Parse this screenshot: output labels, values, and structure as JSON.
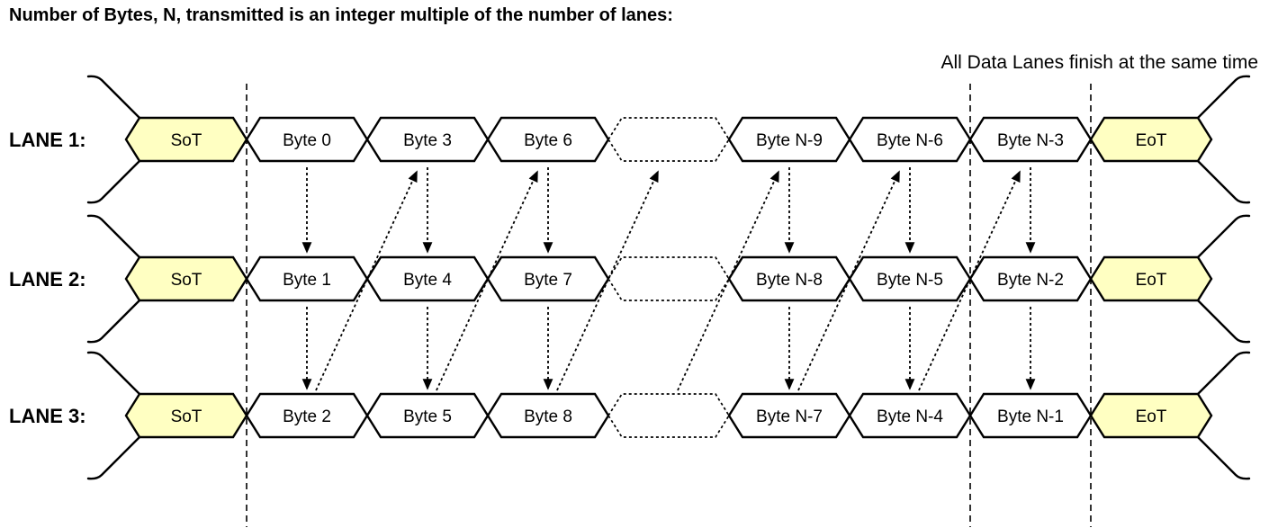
{
  "title": "Number of Bytes, N, transmitted is an integer multiple of the number of lanes:",
  "annotation": "All Data Lanes finish at the same time",
  "colors": {
    "control_fill": "#FFFFC2",
    "byte_fill": "#FFFFFF",
    "line": "#000000"
  },
  "lanes": [
    {
      "label": "LANE 1:",
      "blocks": [
        {
          "text": "SoT",
          "type": "control"
        },
        {
          "text": "Byte 0",
          "type": "byte"
        },
        {
          "text": "Byte 3",
          "type": "byte"
        },
        {
          "text": "Byte 6",
          "type": "byte"
        },
        {
          "text": "",
          "type": "ellipsis"
        },
        {
          "text": "Byte N-9",
          "type": "byte"
        },
        {
          "text": "Byte N-6",
          "type": "byte"
        },
        {
          "text": "Byte N-3",
          "type": "byte"
        },
        {
          "text": "EoT",
          "type": "control"
        }
      ]
    },
    {
      "label": "LANE 2:",
      "blocks": [
        {
          "text": "SoT",
          "type": "control"
        },
        {
          "text": "Byte 1",
          "type": "byte"
        },
        {
          "text": "Byte 4",
          "type": "byte"
        },
        {
          "text": "Byte 7",
          "type": "byte"
        },
        {
          "text": "",
          "type": "ellipsis"
        },
        {
          "text": "Byte N-8",
          "type": "byte"
        },
        {
          "text": "Byte N-5",
          "type": "byte"
        },
        {
          "text": "Byte N-2",
          "type": "byte"
        },
        {
          "text": "EoT",
          "type": "control"
        }
      ]
    },
    {
      "label": "LANE 3:",
      "blocks": [
        {
          "text": "SoT",
          "type": "control"
        },
        {
          "text": "Byte 2",
          "type": "byte"
        },
        {
          "text": "Byte 5",
          "type": "byte"
        },
        {
          "text": "Byte 8",
          "type": "byte"
        },
        {
          "text": "",
          "type": "ellipsis"
        },
        {
          "text": "Byte N-7",
          "type": "byte"
        },
        {
          "text": "Byte N-4",
          "type": "byte"
        },
        {
          "text": "Byte N-1",
          "type": "byte"
        },
        {
          "text": "EoT",
          "type": "control"
        }
      ]
    }
  ],
  "arrows": [
    {
      "from": [
        0,
        1
      ],
      "to": [
        1,
        1
      ]
    },
    {
      "from": [
        1,
        1
      ],
      "to": [
        2,
        1
      ]
    },
    {
      "from": [
        2,
        1
      ],
      "to": [
        0,
        2
      ]
    },
    {
      "from": [
        0,
        2
      ],
      "to": [
        1,
        2
      ]
    },
    {
      "from": [
        1,
        2
      ],
      "to": [
        2,
        2
      ]
    },
    {
      "from": [
        2,
        2
      ],
      "to": [
        0,
        3
      ]
    },
    {
      "from": [
        0,
        3
      ],
      "to": [
        1,
        3
      ]
    },
    {
      "from": [
        1,
        3
      ],
      "to": [
        2,
        3
      ]
    },
    {
      "from": [
        2,
        3
      ],
      "to": [
        0,
        4
      ]
    },
    {
      "from": [
        2,
        4
      ],
      "to": [
        0,
        5
      ]
    },
    {
      "from": [
        0,
        5
      ],
      "to": [
        1,
        5
      ]
    },
    {
      "from": [
        1,
        5
      ],
      "to": [
        2,
        5
      ]
    },
    {
      "from": [
        2,
        5
      ],
      "to": [
        0,
        6
      ]
    },
    {
      "from": [
        0,
        6
      ],
      "to": [
        1,
        6
      ]
    },
    {
      "from": [
        1,
        6
      ],
      "to": [
        2,
        6
      ]
    },
    {
      "from": [
        2,
        6
      ],
      "to": [
        0,
        7
      ]
    },
    {
      "from": [
        0,
        7
      ],
      "to": [
        1,
        7
      ]
    },
    {
      "from": [
        1,
        7
      ],
      "to": [
        2,
        7
      ]
    }
  ]
}
